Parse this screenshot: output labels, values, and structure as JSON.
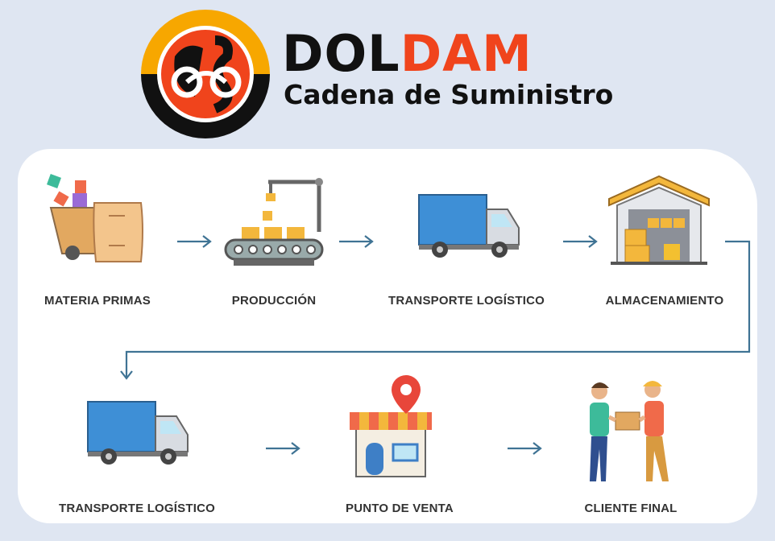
{
  "header": {
    "brand_part1": "DOL",
    "brand_part2": "DAM",
    "subtitle": "Cadena de Suministro",
    "brand_colors": {
      "dark": "#111111",
      "accent": "#f0441c",
      "gold": "#f7a700"
    }
  },
  "flow": {
    "row1": [
      {
        "label": "MATERIA PRIMAS",
        "icon": "raw-materials-icon"
      },
      {
        "label": "PRODUCCIÓN",
        "icon": "conveyor-icon"
      },
      {
        "label": "TRANSPORTE LOGÍSTICO",
        "icon": "truck-icon"
      },
      {
        "label": "ALMACENAMIENTO",
        "icon": "warehouse-icon"
      }
    ],
    "row2": [
      {
        "label": "TRANSPORTE LOGÍSTICO",
        "icon": "truck-icon"
      },
      {
        "label": "PUNTO DE VENTA",
        "icon": "store-icon"
      },
      {
        "label": "CLIENTE FINAL",
        "icon": "customer-handoff-icon"
      }
    ],
    "arrow_color": "#3f7394"
  }
}
